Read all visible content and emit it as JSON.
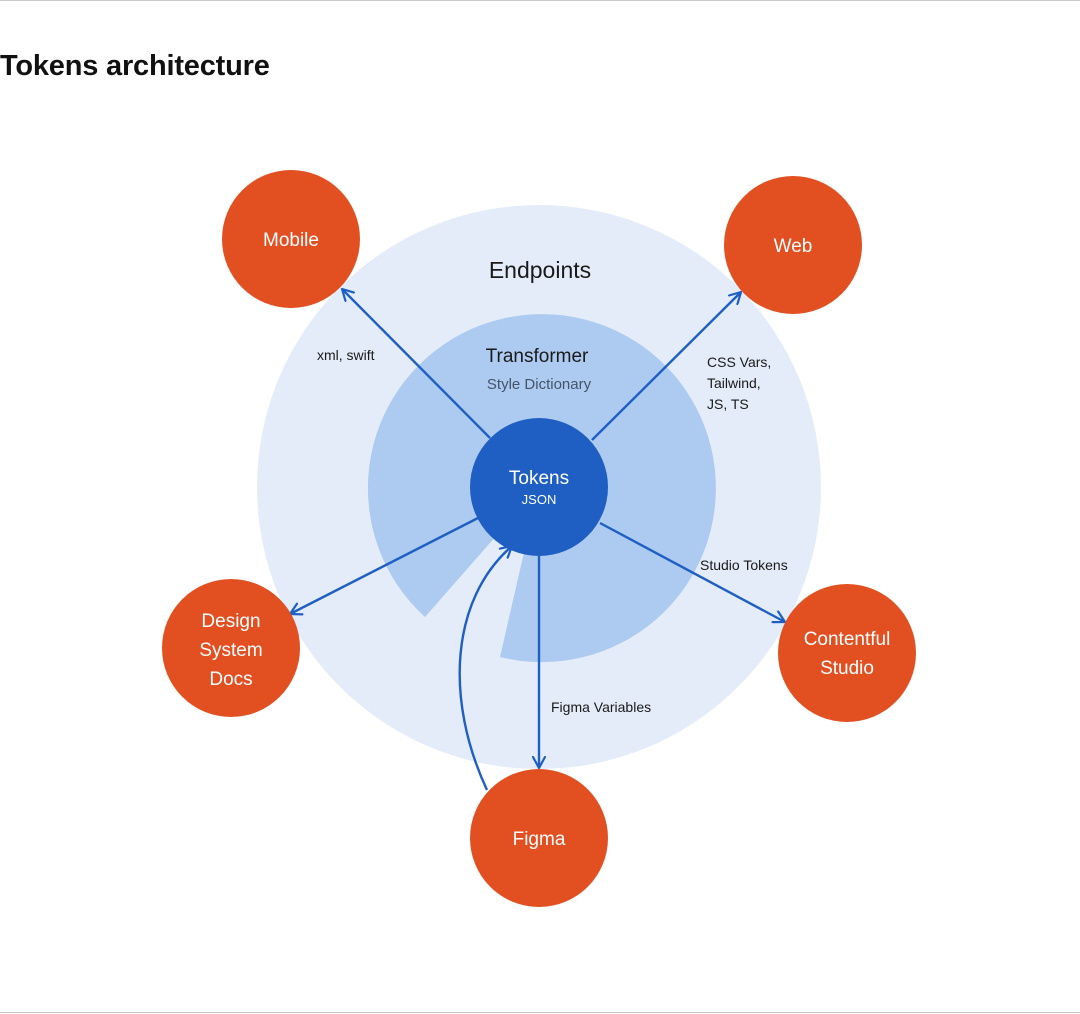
{
  "page": {
    "title": "Tokens architecture"
  },
  "colors": {
    "endpoints_fill": "#e3ecf8",
    "transformer_fill": "#adcbf1",
    "core_fill": "#1f5fc4",
    "node_fill": "#e25022",
    "arrow": "#1f5fc4",
    "label_dark": "#1a1a1a",
    "label_muted": "#44546a",
    "node_text": "#ffffff"
  },
  "diagram": {
    "endpoints_label": "Endpoints",
    "transformer_label": "Transformer",
    "transformer_sublabel": "Style Dictionary",
    "core_label": "Tokens",
    "core_sublabel": "JSON",
    "nodes": {
      "mobile": [
        "Mobile"
      ],
      "web": [
        "Web"
      ],
      "docs": [
        "Design",
        "System",
        "Docs"
      ],
      "contentful": [
        "Contentful",
        "Studio"
      ],
      "figma": [
        "Figma"
      ]
    },
    "edge_labels": {
      "mobile": [
        "xml, swift"
      ],
      "web": [
        "CSS Vars,",
        "Tailwind,",
        "JS, TS"
      ],
      "contentful": [
        "Studio Tokens"
      ],
      "figma": [
        "Figma Variables"
      ]
    }
  }
}
